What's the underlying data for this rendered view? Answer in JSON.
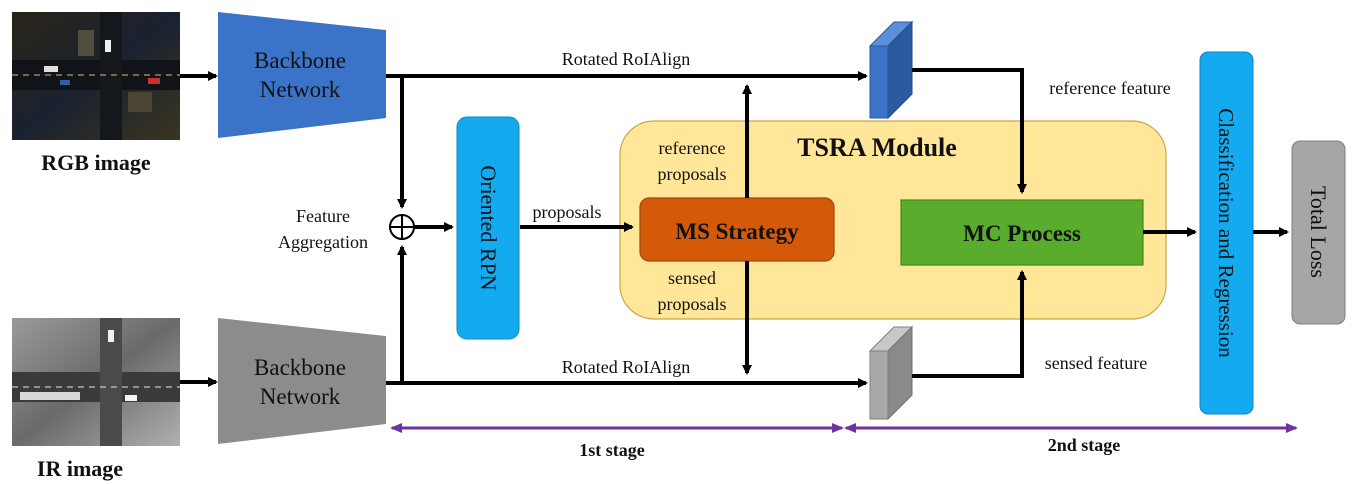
{
  "images": {
    "rgb": {
      "caption": "RGB image"
    },
    "ir": {
      "caption": "IR image"
    }
  },
  "backbone_rgb": {
    "line1": "Backbone",
    "line2": "Network"
  },
  "backbone_ir": {
    "line1": "Backbone",
    "line2": "Network"
  },
  "feature_aggregation": {
    "line1": "Feature",
    "line2": "Aggregation"
  },
  "oriented_rpn": {
    "label": "Oriented RPN"
  },
  "edges": {
    "proposals": "proposals",
    "rotated_roialign_top": "Rotated RoIAlign",
    "rotated_roialign_bottom": "Rotated RoIAlign",
    "reference_proposals": {
      "line1": "reference",
      "line2": "proposals"
    },
    "sensed_proposals": {
      "line1": "sensed",
      "line2": "proposals"
    },
    "reference_feature": "reference feature",
    "sensed_feature": "sensed feature"
  },
  "tsra": {
    "title": "TSRA Module",
    "ms_strategy": "MS Strategy",
    "mc_process": "MC Process"
  },
  "classification": {
    "label": "Classification and Regression"
  },
  "total_loss": {
    "label": "Total Loss"
  },
  "stages": {
    "first": "1st stage",
    "second": "2nd stage"
  },
  "colors": {
    "blue": "#3a73c8",
    "gray": "#8c8c8c",
    "cyan": "#14aaf0",
    "tsra_fill": "#ffe699",
    "ms_fill": "#d45a0a",
    "mc_fill": "#5aad2c",
    "purple": "#7030a0",
    "loss_gray": "#a6a6a6"
  }
}
